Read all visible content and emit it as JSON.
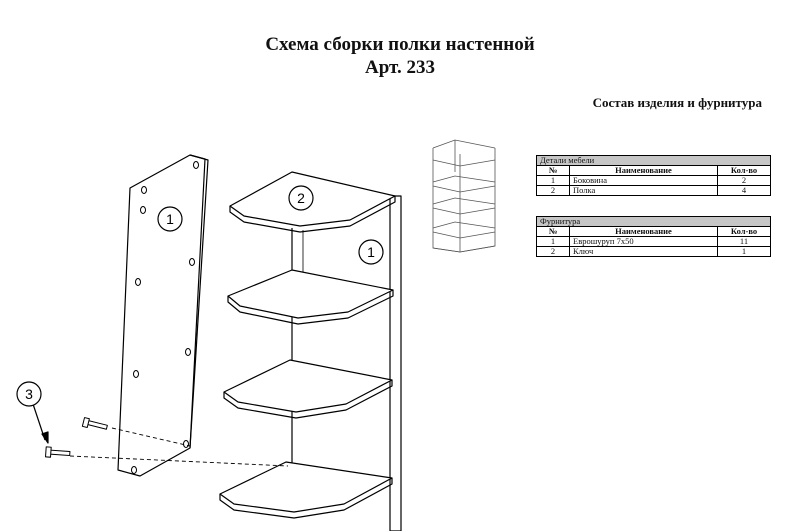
{
  "header": {
    "title_line1": "Схема сборки полки настенной",
    "title_line2": "Арт. 233",
    "composition_heading": "Состав изделия и фурнитура"
  },
  "callouts": [
    "1",
    "2",
    "1",
    "3"
  ],
  "table_parts": {
    "caption": "Детали мебели",
    "headers": [
      "№",
      "Наименование",
      "Кол-во"
    ],
    "rows": [
      [
        "1",
        "Боковина",
        "2"
      ],
      [
        "2",
        "Полка",
        "4"
      ]
    ]
  },
  "table_hardware": {
    "caption": "Фурнитура",
    "headers": [
      "№",
      "Наименование",
      "Кол-во"
    ],
    "rows": [
      [
        "1",
        "Еврошуруп 7х50",
        "11"
      ],
      [
        "2",
        "Ключ",
        "1"
      ]
    ]
  }
}
